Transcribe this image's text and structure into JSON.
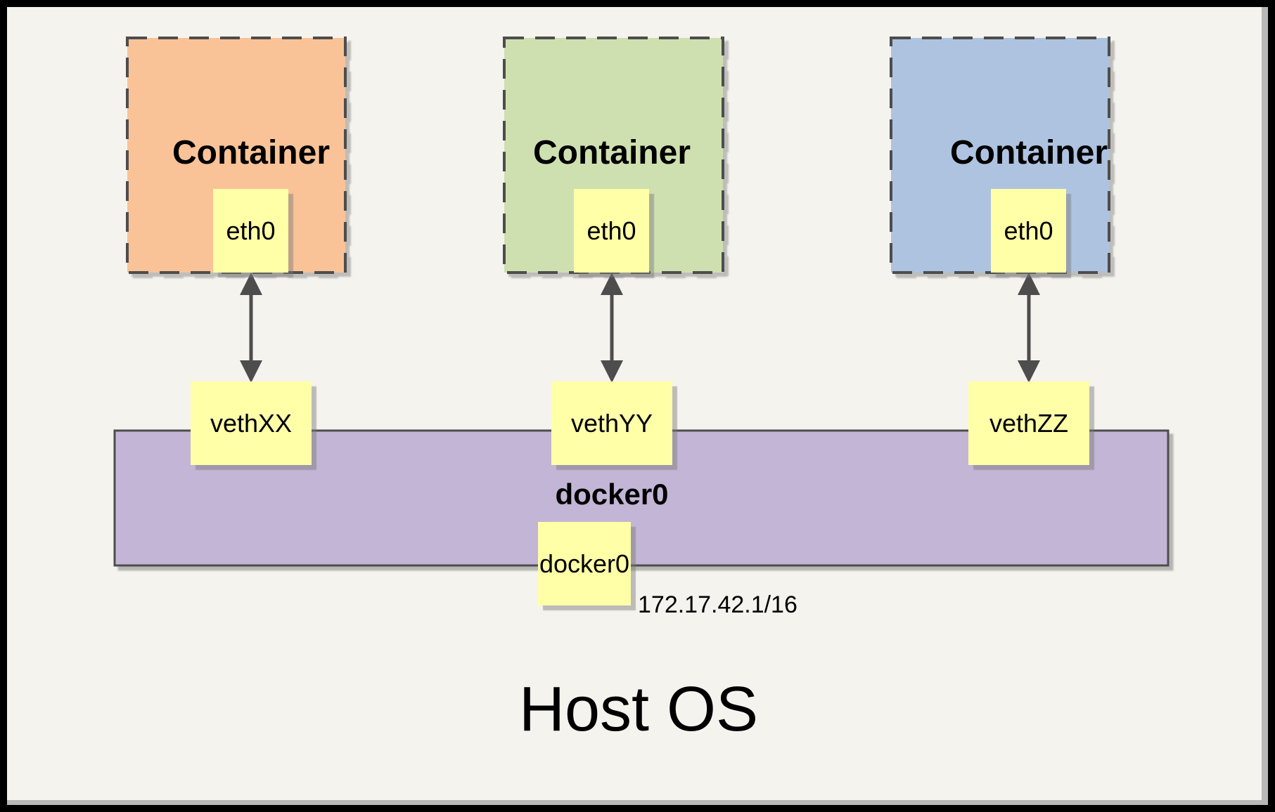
{
  "diagram": {
    "columns": [
      {
        "container_label": "Container",
        "container_color": "#fac397",
        "eth_label": "eth0",
        "veth_label": "vethXX"
      },
      {
        "container_label": "Container",
        "container_color": "#cfe0b0",
        "eth_label": "eth0",
        "veth_label": "vethYY"
      },
      {
        "container_label": "Container",
        "container_color": "#aec3e0",
        "eth_label": "eth0",
        "veth_label": "vethZZ"
      }
    ],
    "bridge": {
      "name_label": "docker0",
      "interface_label": "docker0",
      "ip": "172.17.42.1/16",
      "color": "#c3b5d6"
    },
    "host_label": "Host OS",
    "colors": {
      "background": "#f5f3ee",
      "note_yellow": "#ffffa8",
      "outline": "#4d4d4d",
      "frame": "#000000"
    }
  }
}
